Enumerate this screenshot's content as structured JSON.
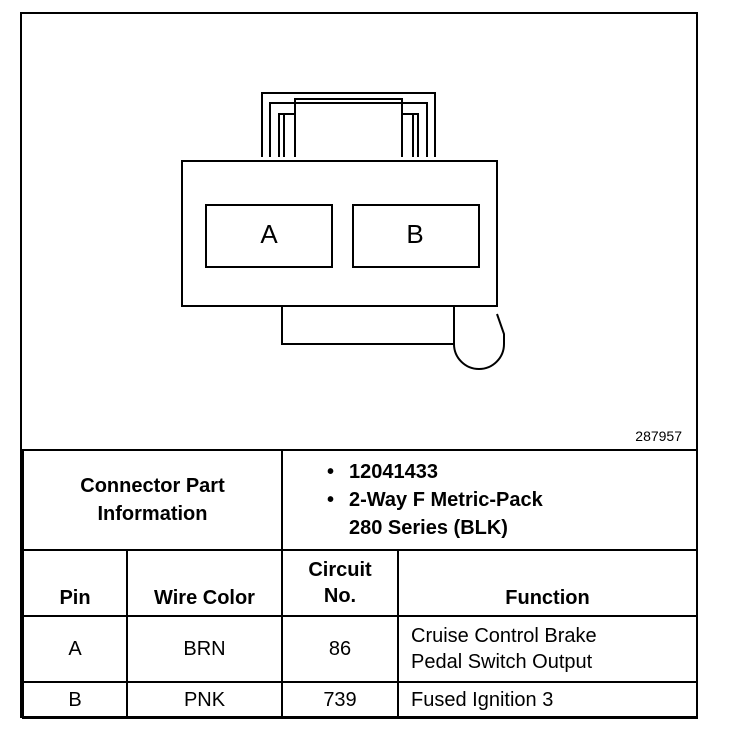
{
  "diagram": {
    "pins": [
      "A",
      "B"
    ],
    "figure_number": "287957"
  },
  "connector_info": {
    "heading_line1": "Connector Part",
    "heading_line2": "Information",
    "part_number": "12041433",
    "description_line1": "2-Way F Metric-Pack",
    "description_line2": "280 Series (BLK)"
  },
  "table": {
    "headers": {
      "pin": "Pin",
      "wire_color": "Wire Color",
      "circuit_line1": "Circuit",
      "circuit_line2": "No.",
      "function": "Function"
    },
    "rows": [
      {
        "pin": "A",
        "wire_color": "BRN",
        "circuit": "86",
        "function_line1": "Cruise Control Brake",
        "function_line2": "Pedal Switch Output"
      },
      {
        "pin": "B",
        "wire_color": "PNK",
        "circuit": "739",
        "function_line1": "Fused Ignition 3",
        "function_line2": ""
      }
    ]
  }
}
